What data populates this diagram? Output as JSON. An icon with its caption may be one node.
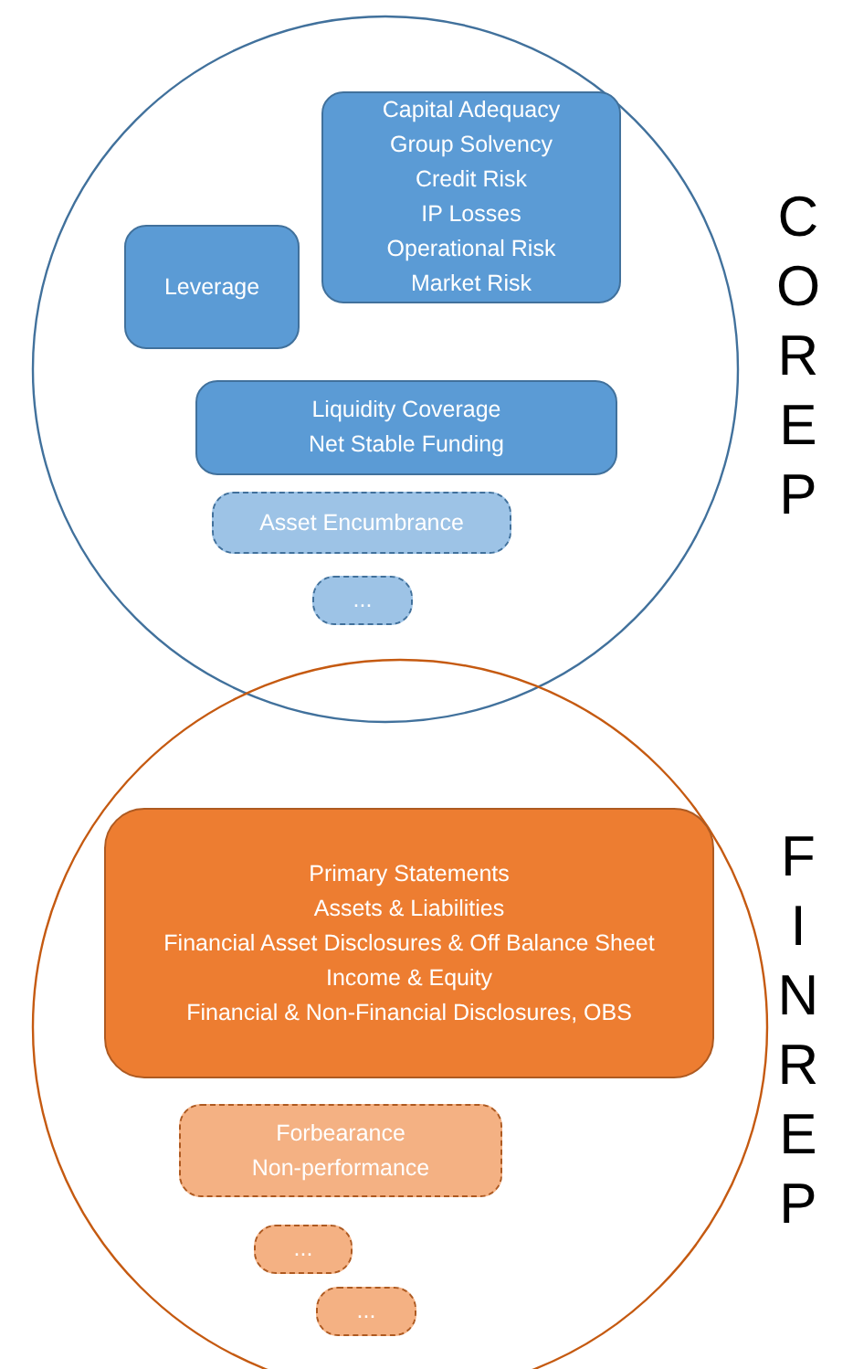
{
  "diagram": {
    "nodes": [
      {
        "text": [
          "COREP"
        ]
      },
      {
        "text": [
          "Capital Adequacy",
          "Group Solvency",
          "Credit Risk",
          "IP Losses",
          "Operational Risk",
          "Market Risk"
        ],
        "in": 0
      },
      {
        "text": [
          "Leverage"
        ],
        "in": 0
      },
      {
        "text": [
          "Liquidity Coverage",
          "Net Stable Funding"
        ],
        "in": 0
      },
      {
        "text": [
          "Asset Encumbrance"
        ],
        "in": 0
      },
      {
        "text": [
          "..."
        ],
        "in": 0
      },
      {
        "text": [
          "FINREP"
        ]
      },
      {
        "text": [
          "Primary Statements",
          "Assets & Liabilities",
          "Financial Asset Disclosures & Off Balance Sheet",
          "Income & Equity",
          "Financial & Non-Financial Disclosures, OBS"
        ],
        "in": 6
      },
      {
        "text": [
          "Forbearance",
          "Non-performance"
        ],
        "in": 6
      },
      {
        "text": [
          "..."
        ],
        "in": 6
      },
      {
        "text": [
          "..."
        ],
        "in": 6
      }
    ],
    "edges": []
  }
}
